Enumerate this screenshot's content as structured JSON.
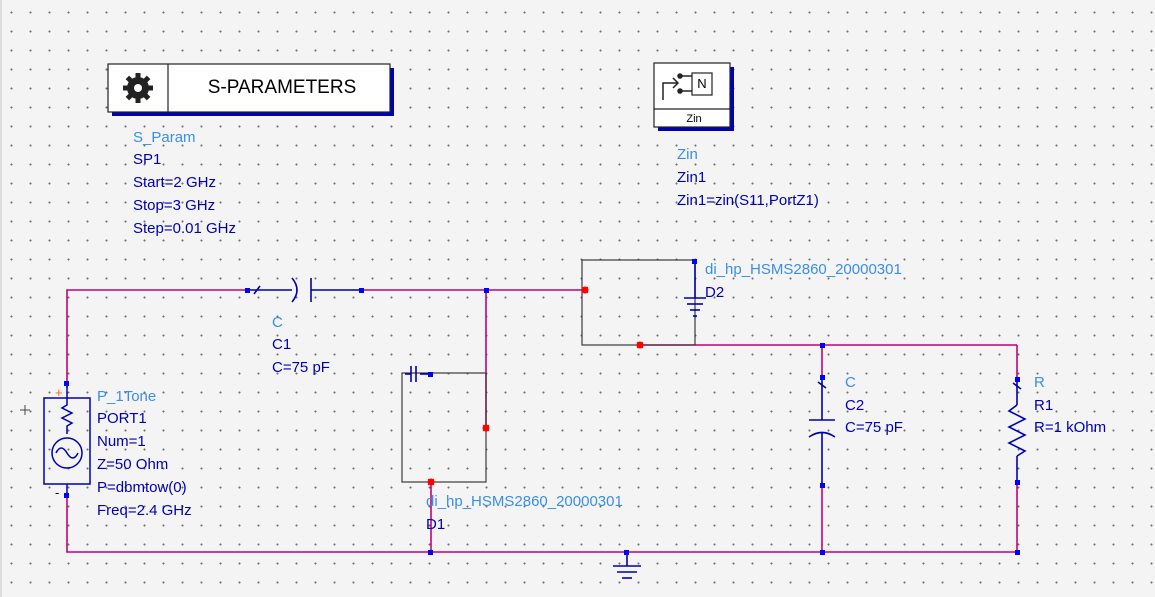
{
  "colors": {
    "wire": "#c4007a",
    "component": "#0000b4",
    "type_label": "#3b8ee8",
    "node": "#ff0000",
    "pin": "#0000ff"
  },
  "sparam": {
    "box_title": "S-PARAMETERS",
    "type": "S_Param",
    "name": "SP1",
    "start": "Start=2 GHz",
    "stop": "Stop=3 GHz",
    "step": "Step=0.01 GHz",
    "icon": "gear-icon"
  },
  "zin": {
    "box_title": "Zin",
    "box_glyph": "N",
    "type": "Zin",
    "name": "Zin1",
    "expr": "Zin1=zin(S11,PortZ1)"
  },
  "port": {
    "type": "P_1Tone",
    "name": "PORT1",
    "num": "Num=1",
    "z": "Z=50 Ohm",
    "p": "P=dbmtow(0)",
    "freq": "Freq=2.4 GHz",
    "plus": "+",
    "minus": "-"
  },
  "c1": {
    "type": "C",
    "name": "C1",
    "value": "C=75 pF"
  },
  "c2": {
    "type": "C",
    "name": "C2",
    "value": "C=75 pF"
  },
  "r1": {
    "type": "R",
    "name": "R1",
    "value": "R=1 kOhm"
  },
  "d1": {
    "type": "di_hp_HSMS2860_20000301",
    "name": "D1"
  },
  "d2": {
    "type": "di_hp_HSMS2860_20000301",
    "name": "D2"
  }
}
